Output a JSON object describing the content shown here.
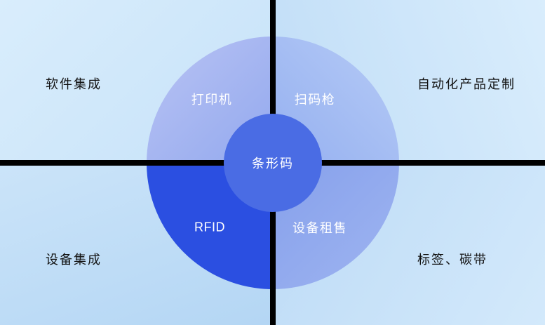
{
  "diagram": {
    "title_hint": "barcode business quadrant diagram",
    "center_label": "条形码",
    "quadrants": {
      "top_left": {
        "label": "打印机"
      },
      "top_right": {
        "label": "扫码枪"
      },
      "bottom_left": {
        "label": "RFID"
      },
      "bottom_right": {
        "label": "设备租售"
      }
    },
    "corners": {
      "top_left": "软件集成",
      "top_right": "自动化产品定制",
      "bottom_left": "设备集成",
      "bottom_right": "标签、碳带"
    },
    "colors": {
      "divider": "#000000",
      "center_circle": "#4a6ce4",
      "quad_top_left": "#a3b3f0",
      "quad_top_right": "#a4bcf3",
      "quad_bottom_left": "#2b4fe1",
      "quad_bottom_right": "#90a9ee",
      "background_light": "#d9edfc",
      "background_deep": "#b4d6f4",
      "circle_text": "#ffffff",
      "corner_text": "#121212"
    }
  }
}
